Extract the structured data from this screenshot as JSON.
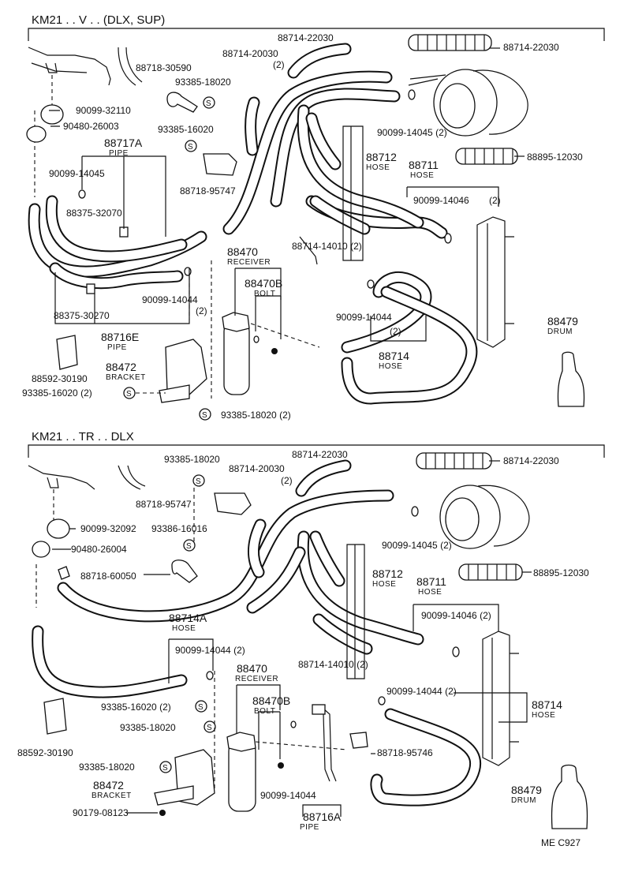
{
  "sections": [
    {
      "header": "KM21 . . V . . (DLX, SUP)",
      "labels": {
        "l01": "88714-22030",
        "l02": "88714-22030",
        "l03": "88714-20030",
        "l04": "(2)",
        "l05": "88718-30590",
        "l06": "93385-18020",
        "l07": "90099-32110",
        "l08": "90480-26003",
        "l09": "93385-16020",
        "l10": "88717A",
        "l11": "PIPE",
        "l12": "90099-14045",
        "l13": "88718-95747",
        "l14": "88375-32070",
        "l15": "90099-14045 (2)",
        "l16": "88712",
        "l17": "HOSE",
        "l18": "88711",
        "l19": "HOSE",
        "l20": "88895-12030",
        "l21": "90099-14046",
        "l22": "(2)",
        "l23": "88714-14010 (2)",
        "l24": "88470",
        "l25": "RECEIVER",
        "l26": "88470B",
        "l27": "BOLT",
        "l28": "90099-14044",
        "l29": "(2)",
        "l30": "88375-30270",
        "l31": "88716E",
        "l32": "PIPE",
        "l33": "90099-14044",
        "l34": "(2)",
        "l35": "88714",
        "l36": "HOSE",
        "l37": "88479",
        "l38": "DRUM",
        "l39": "88592-30190",
        "l40": "88472",
        "l41": "BRACKET",
        "l42": "93385-16020 (2)",
        "l43": "93385-18020 (2)"
      }
    },
    {
      "header": "KM21 . . TR . . DLX",
      "labels": {
        "l01": "93385-18020",
        "l02": "88714-22030",
        "l03": "88714-22030",
        "l04": "88714-20030",
        "l05": "(2)",
        "l06": "88718-95747",
        "l07": "90099-32092",
        "l08": "93386-16016",
        "l09": "90480-26004",
        "l10": "88718-60050",
        "l11": "90099-14045 (2)",
        "l12": "88712",
        "l13": "HOSE",
        "l14": "88711",
        "l15": "HOSE",
        "l16": "88895-12030",
        "l17": "90099-14046 (2)",
        "l18": "88714A",
        "l19": "HOSE",
        "l20": "90099-14044 (2)",
        "l21": "88714-14010 (2)",
        "l22": "90099-14044 (2)",
        "l23": "88470",
        "l24": "RECEIVER",
        "l25": "88470B",
        "l26": "BOLT",
        "l27": "88714",
        "l28": "HOSE",
        "l29": "93385-16020 (2)",
        "l30": "93385-18020",
        "l31": "88592-30190",
        "l32": "88718-95746",
        "l33": "93385-18020",
        "l34": "88472",
        "l35": "BRACKET",
        "l36": "90099-14044",
        "l37": "88479",
        "l38": "DRUM",
        "l39": "90179-08123",
        "l40": "88716A",
        "l41": "PIPE"
      }
    }
  ],
  "footer_code": "ME  C927",
  "icons": [
    "s-clip-icon",
    "o-ring-icon",
    "hose-icon",
    "receiver-icon",
    "compressor-icon",
    "drum-icon",
    "condenser-icon"
  ]
}
